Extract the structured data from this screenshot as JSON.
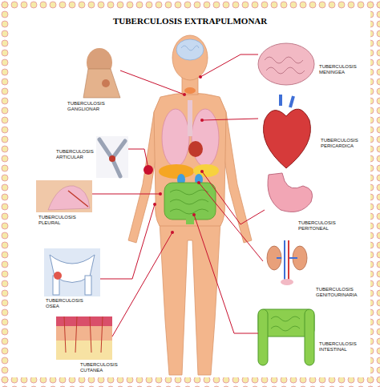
{
  "diagram": {
    "title": "TUBERCULOSIS EXTRAPULMONAR",
    "labels": [
      "TUBERCULOSIS GANGLIONAR",
      "TUBERCULOSIS ARTICULAR",
      "TUBERCULOSIS PLEURAL",
      "TUBERCULOSIS OSEA",
      "TUBERCULOSIS CUTANEA",
      "TUBERCULOSIS MENINGEA",
      "TUBERCULOSIS PERICARDICA",
      "TUBERCULOSIS PERITONEAL",
      "TUBERCULOSIS GENITOURINARIA",
      "TUBERCULOSIS INTESTINAL"
    ]
  }
}
